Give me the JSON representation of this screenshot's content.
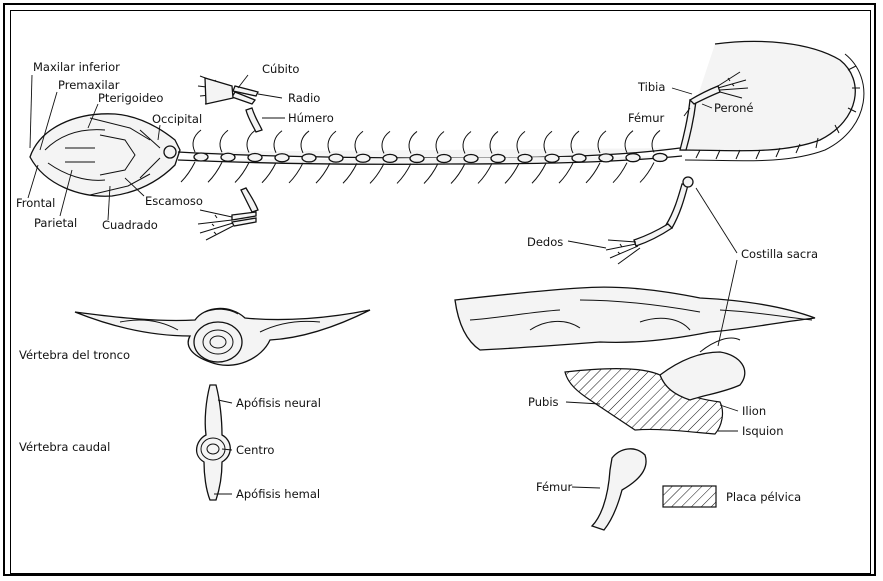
{
  "labels": {
    "maxilar_inferior": "Maxilar inferior",
    "premaxilar": "Premaxilar",
    "pterigoideo": "Pterigoideo",
    "occipital": "Occipital",
    "frontal": "Frontal",
    "parietal": "Parietal",
    "cuadrado": "Cuadrado",
    "escamoso": "Escamoso",
    "cubito": "Cúbito",
    "radio": "Radio",
    "humero": "Húmero",
    "tibia": "Tibia",
    "perone": "Peroné",
    "femur_top": "Fémur",
    "dedos": "Dedos",
    "costilla_sacra": "Costilla sacra",
    "vertebra_tronco": "Vértebra del tronco",
    "vertebra_caudal": "Vértebra caudal",
    "apofisis_neural": "Apófisis neural",
    "centro": "Centro",
    "apofisis_hemal": "Apófisis hemal",
    "pubis": "Pubis",
    "ilion": "Ilion",
    "isquion": "Isquion",
    "femur_bottom": "Fémur",
    "placa_pelvica": "Placa pélvica"
  },
  "colors": {
    "ink": "#111111",
    "background": "#ffffff"
  }
}
